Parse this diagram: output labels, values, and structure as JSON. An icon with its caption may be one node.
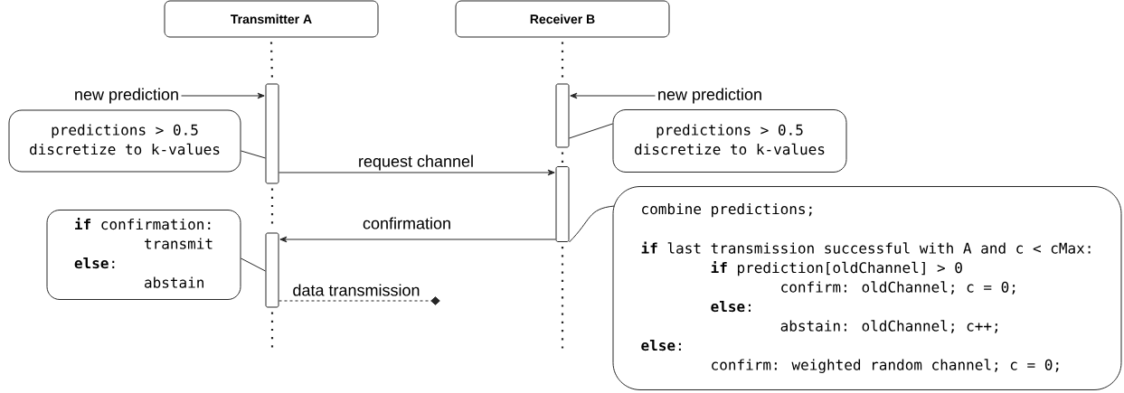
{
  "diagram": {
    "nodes": [
      {
        "text": [
          "Transmitter A"
        ]
      },
      {
        "text": [
          "Receiver B"
        ]
      },
      {
        "text": [],
        "shape": "bar"
      },
      {
        "text": [],
        "shape": "bar"
      },
      {
        "text": [],
        "shape": "bar"
      },
      {
        "text": [],
        "shape": "bar"
      },
      {
        "text": [
          "new prediction"
        ]
      },
      {
        "text": [
          "predictions > 0.5",
          "discretize to k-values"
        ]
      },
      {
        "text": [
          "new prediction"
        ]
      },
      {
        "text": [
          "predictions > 0.5",
          "discretize to k-values"
        ]
      },
      {
        "text": [
          "**if** confirmation:",
          "transmit",
          "**else**:",
          "abstain"
        ]
      },
      {
        "text": [
          "combine predictions;",
          "**if** last transmission successful with A and c < cMax:",
          "**if** prediction[oldChannel] > 0",
          "confirm: oldChannel; c = 0;",
          "**else**:",
          "abstain: oldChannel; c++;",
          "**else**:",
          "confirm: weighted random channel; c = 0;"
        ]
      }
    ],
    "edges": [
      {
        "from": 6,
        "to": 2,
        "arrow": "to"
      },
      {
        "from": 8,
        "to": 3,
        "arrow": "to"
      },
      {
        "from": 7,
        "to": 2,
        "arrow": "none"
      },
      {
        "from": 9,
        "to": 3,
        "arrow": "none"
      },
      {
        "from": 2,
        "to": 4,
        "arrow": "to",
        "label": "request channel"
      },
      {
        "from": 4,
        "to": 5,
        "arrow": "to",
        "label": "confirmation"
      },
      {
        "from": 10,
        "to": 5,
        "arrow": "none"
      },
      {
        "from": 11,
        "to": 4,
        "arrow": "none"
      },
      {
        "from": 5,
        "to": null,
        "arrow": "other",
        "label": "data transmission",
        "style": "dashed"
      },
      {
        "from": 0,
        "to": 2,
        "arrow": "none",
        "style": "dashed"
      },
      {
        "from": 2,
        "to": 5,
        "arrow": "none",
        "style": "dashed"
      },
      {
        "from": 5,
        "to": null,
        "arrow": "none",
        "style": "dashed"
      },
      {
        "from": 1,
        "to": 3,
        "arrow": "none",
        "style": "dashed"
      },
      {
        "from": 3,
        "to": 4,
        "arrow": "none",
        "style": "dashed"
      },
      {
        "from": 4,
        "to": null,
        "arrow": "none",
        "style": "dashed"
      }
    ]
  }
}
